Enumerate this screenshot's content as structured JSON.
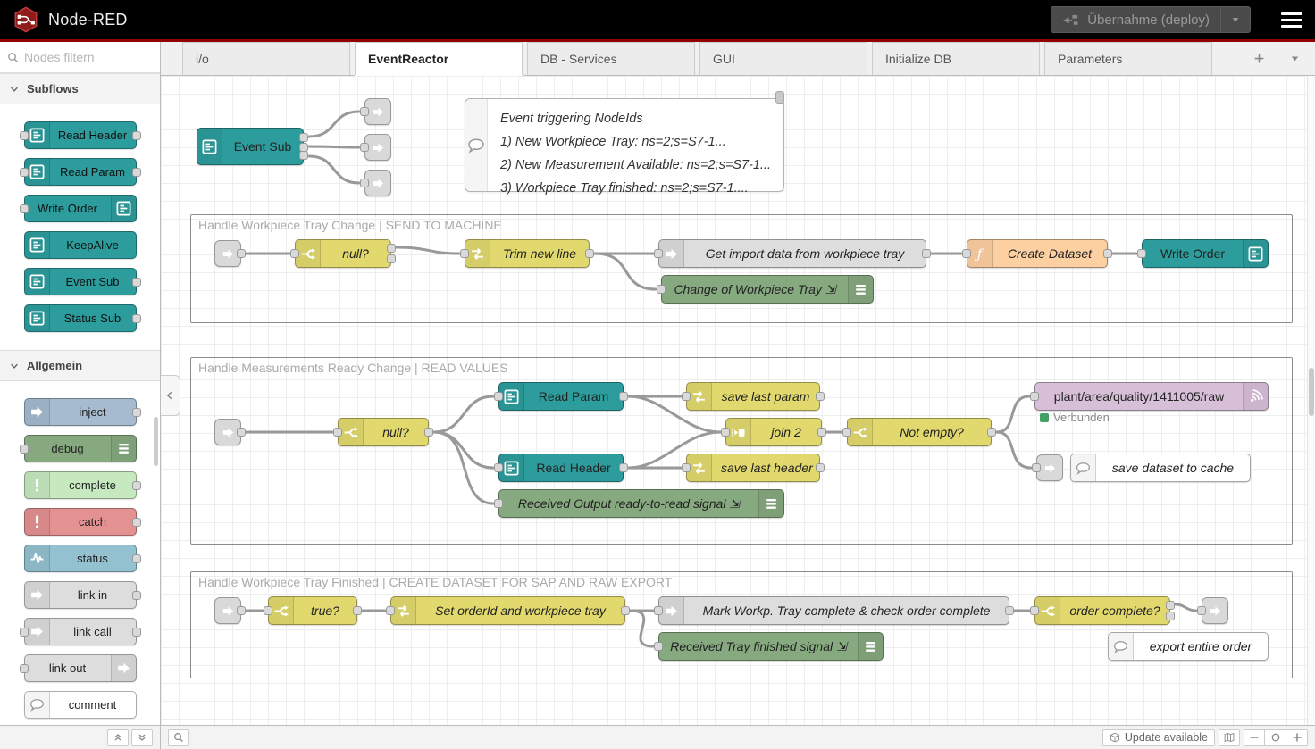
{
  "header": {
    "title": "Node-RED",
    "deploy_label": "Übernahme (deploy)"
  },
  "palette": {
    "search_placeholder": "Nodes filtern",
    "sections": [
      {
        "label": "Subflows",
        "items": [
          {
            "label": "Read Header"
          },
          {
            "label": "Read Param"
          },
          {
            "label": "Write Order"
          },
          {
            "label": "KeepAlive"
          },
          {
            "label": "Event Sub"
          },
          {
            "label": "Status Sub"
          }
        ]
      },
      {
        "label": "Allgemein",
        "items": [
          {
            "label": "inject"
          },
          {
            "label": "debug"
          },
          {
            "label": "complete"
          },
          {
            "label": "catch"
          },
          {
            "label": "status"
          },
          {
            "label": "link in"
          },
          {
            "label": "link call"
          },
          {
            "label": "link out"
          },
          {
            "label": "comment"
          }
        ]
      }
    ]
  },
  "tabs": {
    "items": [
      {
        "label": "i/o"
      },
      {
        "label": "EventReactor"
      },
      {
        "label": "DB - Services"
      },
      {
        "label": "GUI"
      },
      {
        "label": "Initialize DB"
      },
      {
        "label": "Parameters"
      }
    ]
  },
  "canvas": {
    "sticky": {
      "lines": [
        "Event triggering NodeIds",
        "1) New Workpiece Tray: ns=2;s=S7-1...",
        "2) New Measurement Available: ns=2;s=S7-1...",
        "3) Workpiece Tray finished: ns=2;s=S7-1...."
      ]
    },
    "groups": [
      {
        "label": "Handle Workpiece Tray Change | SEND TO MACHINE"
      },
      {
        "label": "Handle Measurements Ready Change | READ VALUES"
      },
      {
        "label": "Handle Workpiece Tray Finished | CREATE DATASET FOR SAP AND RAW EXPORT"
      }
    ],
    "nodes": {
      "event_sub": "Event Sub",
      "null1": "null?",
      "trim_new_line": "Trim new line",
      "get_import": "Get import data from workpiece tray",
      "create_dataset": "Create Dataset",
      "write_order": "Write Order",
      "dbg_change_tray": "Change of Workpiece Tray ⇲",
      "null2": "null?",
      "read_param": "Read Param",
      "read_header": "Read Header",
      "save_last_param": "save last param",
      "save_last_header": "save last header",
      "join2": "join 2",
      "not_empty": "Not empty?",
      "mqtt_topic": "plant/area/quality/1411005/raw",
      "mqtt_status": "Verbunden",
      "dbg_ready": "Received Output ready-to-read signal ⇲",
      "comment_cache": "save dataset to cache",
      "true1": "true?",
      "set_orderid": "Set orderId and workpiece tray",
      "mark_workp": "Mark Workp. Tray complete & check order complete",
      "order_complete": "order complete?",
      "dbg_tray_finished": "Received Tray finished signal ⇲",
      "comment_export": "export entire order"
    }
  },
  "footer": {
    "update_label": "Update available"
  },
  "colors": {
    "header_accent_red": "#910000",
    "subflow_teal": "#2d9c9c",
    "function_yellow": "#e2d96e",
    "debug_green": "#87a980",
    "inject_blue_gray": "#a6bbcf",
    "complete_green": "#c7e9c0",
    "catch_red": "#e49191",
    "status_blue": "#94c1d0",
    "link_gray": "#dddddd",
    "function_orange": "#fdd0a2",
    "mqtt_purple": "#d8bfd8",
    "connected_green": "#44a064",
    "wire_gray": "#999999"
  }
}
